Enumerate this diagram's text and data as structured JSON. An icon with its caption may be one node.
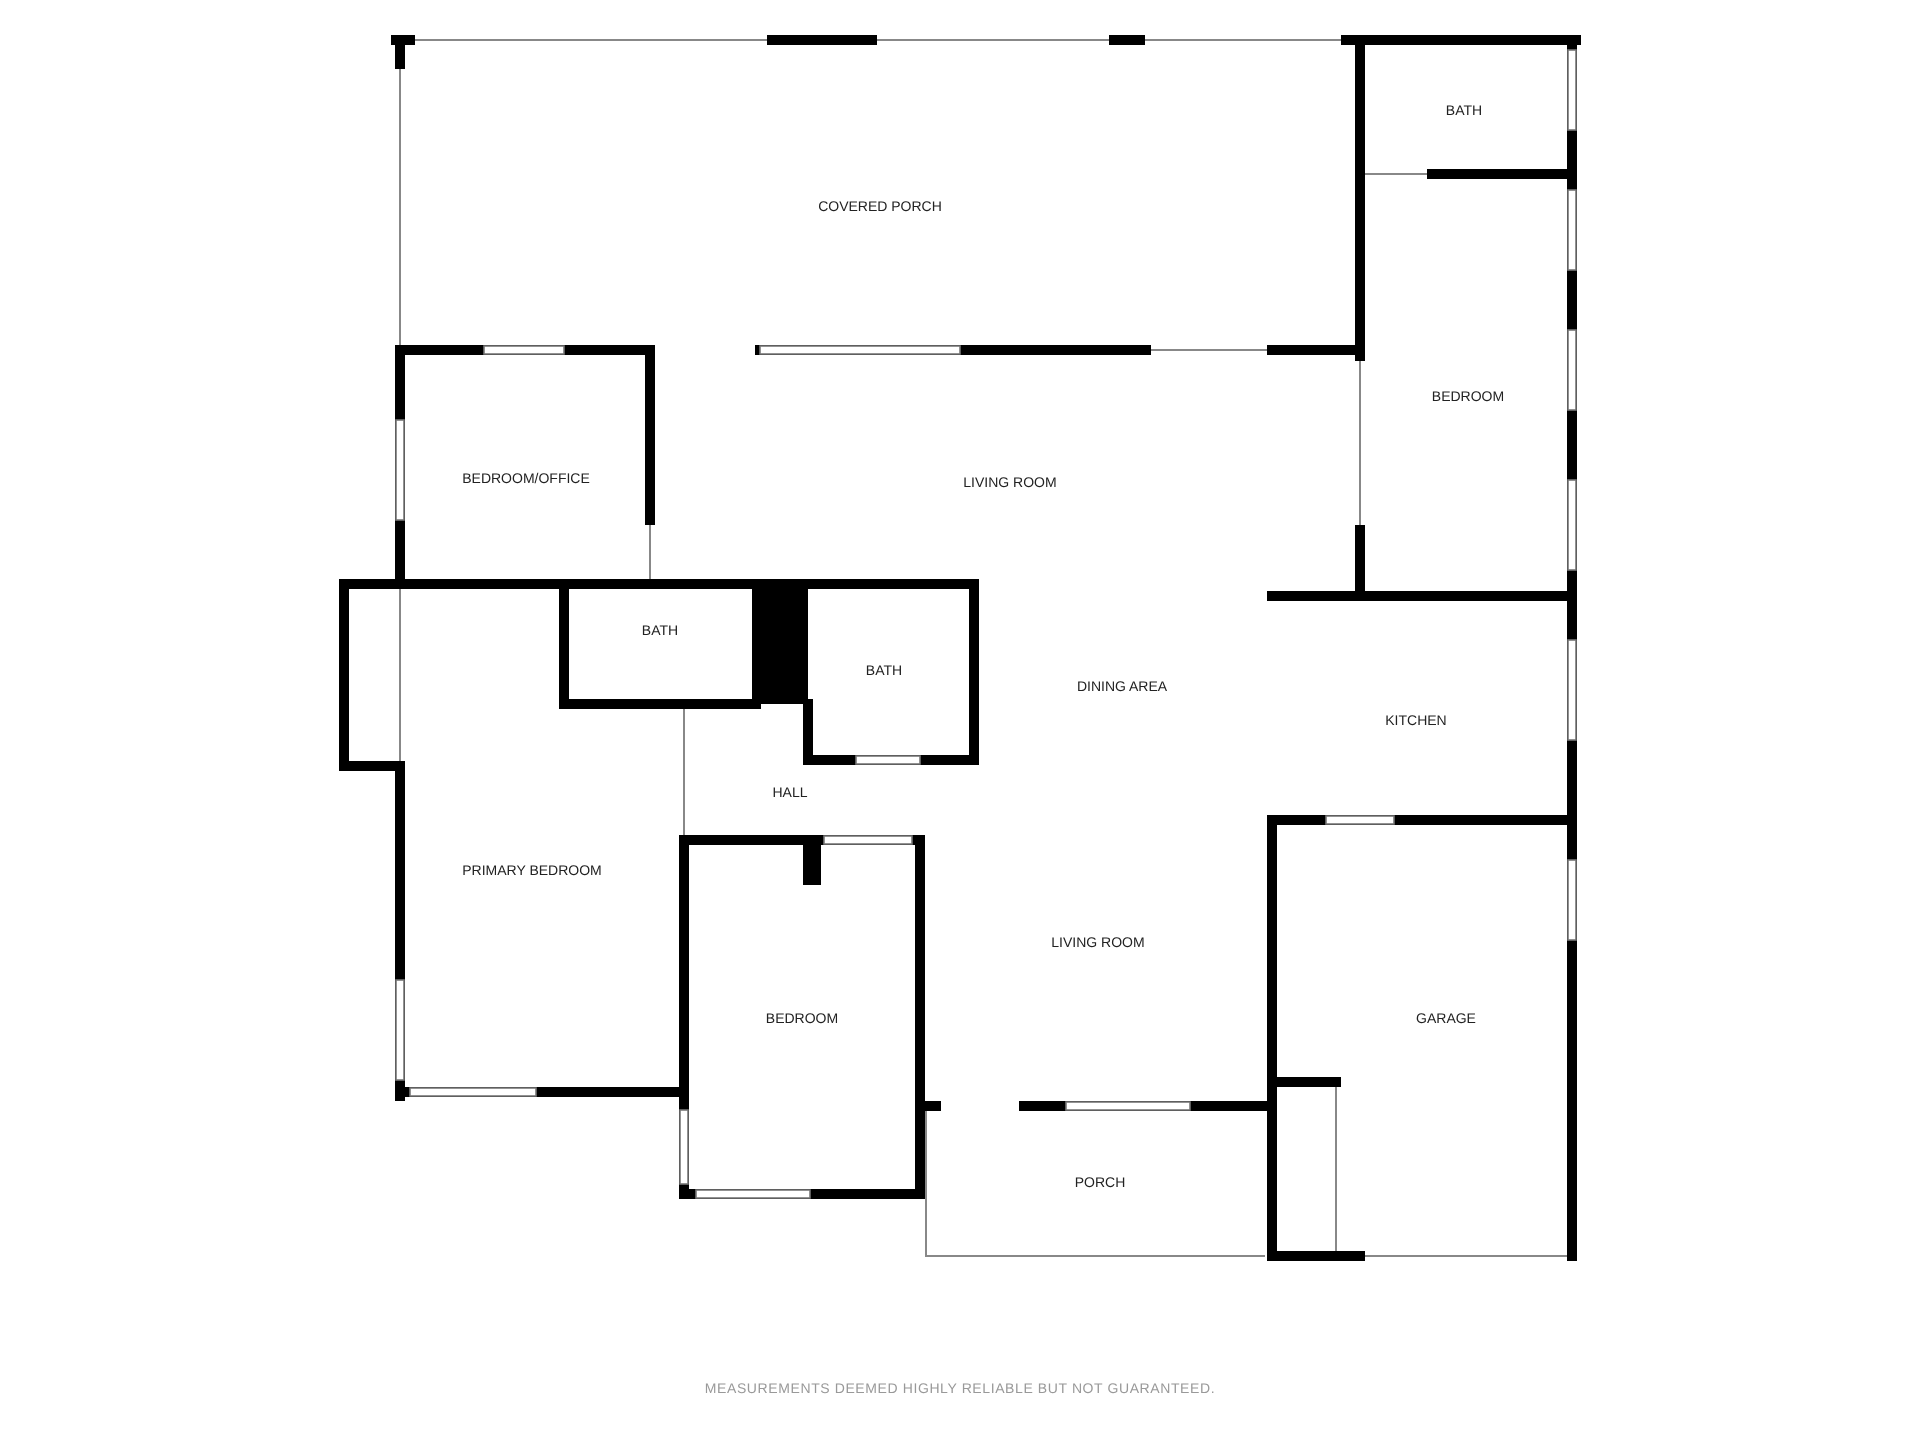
{
  "diagram": {
    "labels": [
      "BATH",
      "COVERED PORCH",
      "BEDROOM",
      "BEDROOM/OFFICE",
      "LIVING ROOM",
      "BATH",
      "BATH",
      "DINING AREA",
      "KITCHEN",
      "HALL",
      "PRIMARY BEDROOM",
      "LIVING ROOM",
      "BEDROOM",
      "GARAGE",
      "PORCH",
      "MEASUREMENTS DEEMED HIGHLY RELIABLE BUT NOT GUARANTEED."
    ]
  }
}
